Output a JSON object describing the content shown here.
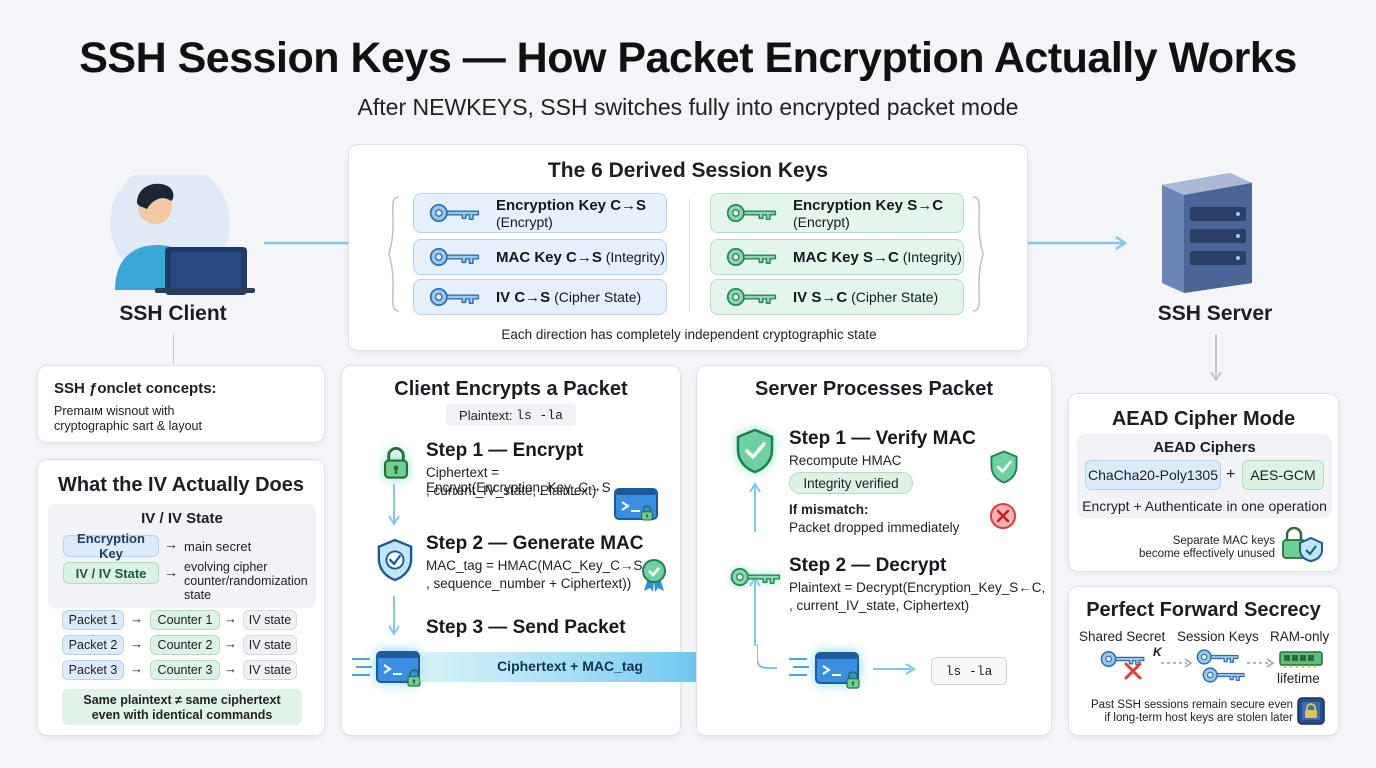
{
  "header": {
    "title": "SSH Session Keys — How Packet Encryption Actually Works",
    "subtitle": "After NEWKEYS, SSH switches fully into encrypted packet mode"
  },
  "client": {
    "label": "SSH Client"
  },
  "server": {
    "label": "SSH Server"
  },
  "derived": {
    "title": "The 6 Derived Session Keys",
    "c2s": [
      {
        "name": "Encryption Key C→S",
        "desc": "(Encrypt)"
      },
      {
        "name": "MAC Key C→S",
        "desc": "(Integrity)"
      },
      {
        "name": "IV C→S",
        "desc": "(Cipher State)"
      }
    ],
    "s2c": [
      {
        "name": "Encryption Key S→C",
        "desc": "(Encrypt)"
      },
      {
        "name": "MAC Key S→C",
        "desc": "(Integrity)"
      },
      {
        "name": "IV S→C",
        "desc": "(Cipher State)"
      }
    ],
    "footer": "Each direction has completely independent cryptographic state"
  },
  "concepts": {
    "title": "SSH ƒonclet concepts:",
    "body1": "Premaıм wisnout with",
    "body2": "cryptographic sart & layout"
  },
  "iv": {
    "title": "What the IV Actually Does",
    "subtitle": "IV / IV State",
    "enc_label": "Encryption Key",
    "enc_desc": "main secret",
    "iv_label": "IV / IV State",
    "iv_desc1": "evolving cipher",
    "iv_desc2": "counter/randomization",
    "iv_desc3": "state",
    "packets": [
      {
        "packet": "Packet 1",
        "counter": "Counter 1",
        "state": "IV state"
      },
      {
        "packet": "Packet 2",
        "counter": "Counter 2",
        "state": "IV state"
      },
      {
        "packet": "Packet 3",
        "counter": "Counter 3",
        "state": "IV state"
      }
    ],
    "note1": "Same plaintext ≠ same ciphertext",
    "note2": "even with identical commands"
  },
  "client_encrypts": {
    "title": "Client Encrypts a Packet",
    "plaintext_label": "Plaintext: ",
    "plaintext_cmd": "ls -la",
    "step1_title": "Step 1 — Encrypt",
    "step1_line1": "Ciphertext = Encrypt(Encryption_Key_C→S",
    "step1_line2": ", current_IV_state, Plaintext)",
    "step2_title": "Step 2 — Generate MAC",
    "step2_line1": "MAC_tag = HMAC(MAC_Key_C→S,",
    "step2_line2": ", sequence_number + Ciphertext))",
    "step3_title": "Step 3 — Send Packet",
    "arrow_label": "Ciphertext + MAC_tag"
  },
  "server_processes": {
    "title": "Server Processes Packet",
    "step1_title": "Step 1 — Verify MAC",
    "step1_line": "Recompute HMAC",
    "verified": "Integrity verified",
    "mismatch_title": "If mismatch:",
    "mismatch_line": "Packet dropped immediately",
    "step2_title": "Step 2 — Decrypt",
    "step2_line1": "Plaintext = Decrypt(Encryption_Key_S←C,",
    "step2_line2": ", current_IV_state, Ciphertext)",
    "output_cmd": "ls -la"
  },
  "aead": {
    "title": "AEAD Cipher Mode",
    "subtitle": "AEAD Ciphers",
    "cipher1": "ChaCha20-Poly1305",
    "plus": "+",
    "cipher2": "AES-GCM",
    "desc": "Encrypt + Authenticate in one operation",
    "note1": "Separate MAC keys",
    "note2": "become effectively unused"
  },
  "pfs": {
    "title": "Perfect Forward Secrecy",
    "shared": "Shared Secret",
    "k": "K",
    "session": "Session Keys",
    "ram": "RAM-only",
    "lifetime": "lifetime",
    "note1": "Past SSH sessions remain secure even",
    "note2": "if long-term host keys are stolen later"
  },
  "colors": {
    "blue_accent": "#4aa3e8",
    "green_accent": "#3fbf7f",
    "red": "#e23b3b",
    "dark_blue": "#1f4f8a"
  }
}
